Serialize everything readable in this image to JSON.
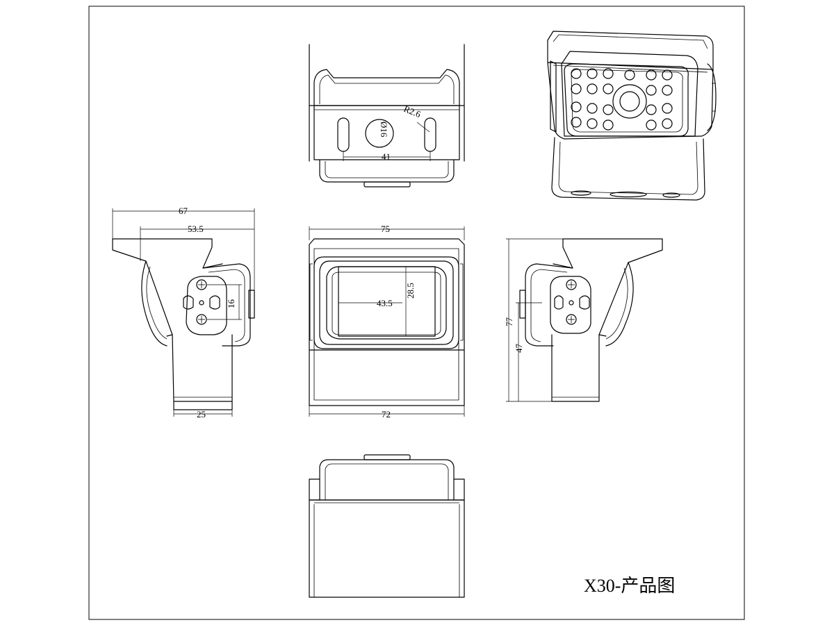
{
  "title": "X30-产品图",
  "dimensions": {
    "top_view": {
      "radius": "R2.6",
      "hole_diameter": "Ø16",
      "hole_spacing": "41"
    },
    "left_view": {
      "overall_depth": "67",
      "mount_depth": "53.5",
      "hole_span": "16",
      "stem_width": "25"
    },
    "front_view": {
      "overall_width_top": "75",
      "window_width": "43.5",
      "window_height": "28.5",
      "overall_width_bottom": "72"
    },
    "right_view": {
      "overall_height": "77",
      "stem_height": "47"
    }
  }
}
